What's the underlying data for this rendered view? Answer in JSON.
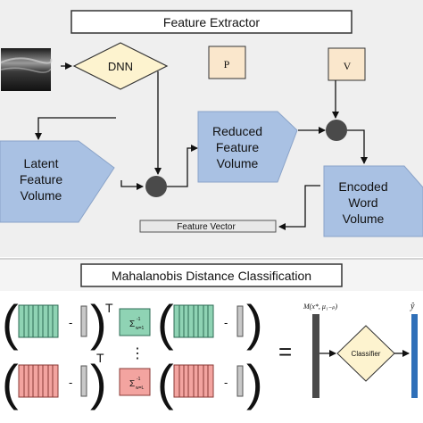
{
  "top_panel": {
    "title": "Feature Extractor",
    "dnn": "DNN",
    "p_box": "P",
    "v_box": "V",
    "latent": [
      "Latent",
      "Feature",
      "Volume"
    ],
    "reduced": [
      "Reduced",
      "Feature",
      "Volume"
    ],
    "encoded": [
      "Encoded",
      "Word",
      "Volume"
    ],
    "feature_vector": "Feature Vector"
  },
  "bottom_panel": {
    "title": "Mahalanobis Distance Classification",
    "superscript_t": "T",
    "minus": "-",
    "sigma_top": "Σ",
    "sigma_top_sup": "-1",
    "sigma_top_sub": "w=1",
    "sigma_bottom": "Σ",
    "sigma_bottom_sup": "-1",
    "sigma_bottom_sub": "w=L",
    "vdots": "⋮",
    "equals": "=",
    "m_label": "M(x*, μ₁₋ₚ)",
    "classifier": "Classifier",
    "y_hat": "ŷ"
  },
  "colors": {
    "background": "#f0f0f0",
    "blue_block": "#a9c1e3",
    "diamond": "#fdf3cf",
    "square_box": "#fae7cc",
    "green_block": "#8fd3b4",
    "red_block": "#f3a4a0",
    "summation_node": "#4a4a4a",
    "bar": "#4a4a4a",
    "output_bar": "#2f6fb8"
  },
  "icons": [
    "ultrasound-thumbnail-icon",
    "summation-node-icon"
  ]
}
